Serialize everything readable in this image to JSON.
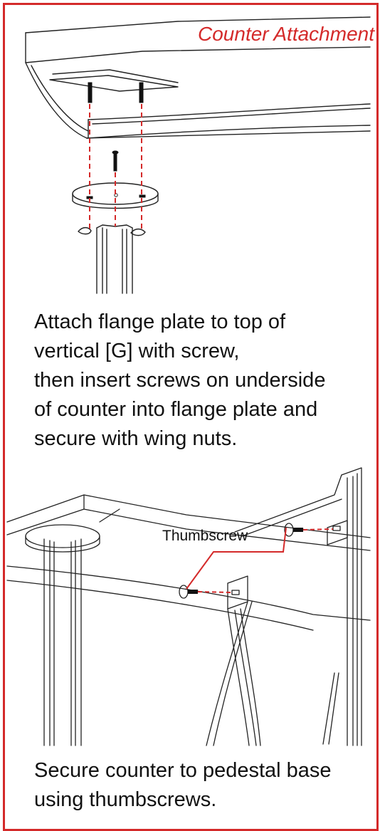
{
  "header": {
    "title": "Counter Attachment",
    "accent_color": "#d42a2a"
  },
  "step1": {
    "caption_lines": [
      "Attach flange plate to top of",
      "vertical [G] with screw,",
      "then insert screws on underside",
      "of counter into flange plate and",
      "secure with wing nuts."
    ]
  },
  "step2": {
    "callout_label": "Thumbscrew",
    "caption_lines": [
      "Secure counter to pedestal base",
      "using thumbscrews."
    ]
  }
}
